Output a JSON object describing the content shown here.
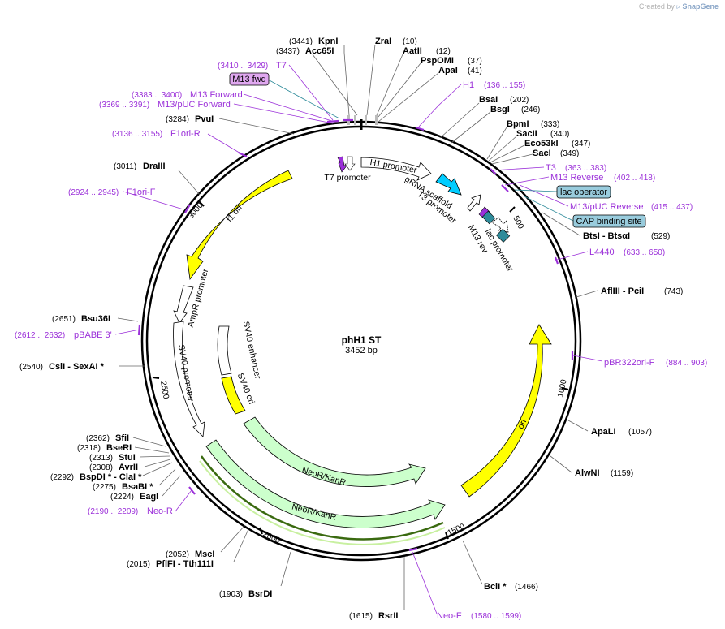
{
  "credit": {
    "prefix": "Created by",
    "brand": "SnapGene"
  },
  "plasmid": {
    "name": "phH1 ST",
    "length": "3452 bp"
  },
  "ticks": [
    "500",
    "1000",
    "1500",
    "2000",
    "2500",
    "3000"
  ],
  "sites": [
    {
      "name": "KpnI",
      "pos": "(3441)"
    },
    {
      "name": "Acc65I",
      "pos": "(3437)"
    },
    {
      "name": "ZraI",
      "pos": "(10)"
    },
    {
      "name": "AatII",
      "pos": "(12)"
    },
    {
      "name": "PspOMI",
      "pos": "(37)"
    },
    {
      "name": "ApaI",
      "pos": "(41)"
    },
    {
      "name": "BsaI",
      "pos": "(202)"
    },
    {
      "name": "BsgI",
      "pos": "(246)"
    },
    {
      "name": "BpmI",
      "pos": "(333)"
    },
    {
      "name": "SacII",
      "pos": "(340)"
    },
    {
      "name": "Eco53kI",
      "pos": "(347)"
    },
    {
      "name": "SacI",
      "pos": "(349)"
    },
    {
      "name": "BtsI  - BtsαI",
      "pos": "(529)"
    },
    {
      "name": "AflIII  - PciI",
      "pos": "(743)"
    },
    {
      "name": "ApaLI",
      "pos": "(1057)"
    },
    {
      "name": "AlwNI",
      "pos": "(1159)"
    },
    {
      "name": "BclI *",
      "pos": "(1466)"
    },
    {
      "name": "RsrII",
      "pos": "(1615)"
    },
    {
      "name": "BsrDI",
      "pos": "(1903)"
    },
    {
      "name": "MscI",
      "pos": "(2052)"
    },
    {
      "name": "PflFI  - Tth111I",
      "pos": "(2015)"
    },
    {
      "name": "EagI",
      "pos": "(2224)"
    },
    {
      "name": "BsaBI *",
      "pos": "(2275)"
    },
    {
      "name": "BspDI *  - ClaI *",
      "pos": "(2292)"
    },
    {
      "name": "AvrII",
      "pos": "(2308)"
    },
    {
      "name": "StuI",
      "pos": "(2313)"
    },
    {
      "name": "BseRI",
      "pos": "(2318)"
    },
    {
      "name": "SfiI",
      "pos": "(2362)"
    },
    {
      "name": "CsiI  - SexAI *",
      "pos": "(2540)"
    },
    {
      "name": "Bsu36I",
      "pos": "(2651)"
    },
    {
      "name": "DraIII",
      "pos": "(3011)"
    },
    {
      "name": "PvuI",
      "pos": "(3284)"
    }
  ],
  "primers": [
    {
      "name": "T7",
      "pos": "(3410 .. 3429)"
    },
    {
      "name": "M13 Forward",
      "pos": "(3383 .. 3400)"
    },
    {
      "name": "M13/pUC Forward",
      "pos": "(3369 .. 3391)"
    },
    {
      "name": "F1ori-R",
      "pos": "(3136 .. 3155)"
    },
    {
      "name": "F1ori-F",
      "pos": "(2924 .. 2945)"
    },
    {
      "name": "pBABE 3'",
      "pos": "(2612 .. 2632)"
    },
    {
      "name": "Neo-R",
      "pos": "(2190 .. 2209)"
    },
    {
      "name": "H1",
      "pos": "(136 .. 155)"
    },
    {
      "name": "T3",
      "pos": "(363 .. 383)"
    },
    {
      "name": "M13 Reverse",
      "pos": "(402 .. 418)"
    },
    {
      "name": "M13/pUC Reverse",
      "pos": "(415 .. 437)"
    },
    {
      "name": "L4440",
      "pos": "(633 .. 650)"
    },
    {
      "name": "pBR322ori-F",
      "pos": "(884 .. 903)"
    },
    {
      "name": "Neo-F",
      "pos": "(1580 .. 1599)"
    }
  ],
  "boxed_features": [
    "M13 fwd",
    "lac operator",
    "CAP binding site"
  ],
  "features": {
    "h1_promoter": "H1 promoter",
    "t7_promoter": "T7 promoter",
    "grna_scaffold": "gRNA scaffold",
    "t3_promoter": "T3 promoter",
    "m13_rev": "M13 rev",
    "lac_promoter": "lac promoter",
    "f1_ori": "f1 ori",
    "ampr_promoter": "AmpR promoter",
    "sv40_promoter": "SV40 promoter",
    "sv40_enhancer": "SV40 enhancer",
    "sv40_ori": "SV40 ori",
    "neor_inner": "NeoR/KanR",
    "neor_outer": "NeoR/KanR",
    "ori": "ori"
  },
  "colors": {
    "primer": "#9b30d9",
    "f1_ori": "#ffff00",
    "ori": "#ffff00",
    "neor": "#ccffcc",
    "grna": "#00ccff",
    "lac_operator": "#99ccdd",
    "cap_site": "#99ccdd",
    "m13_fwd_box": "#e0a8f0",
    "dark_teal": "#2e8b9a",
    "purple": "#9b30d9"
  }
}
